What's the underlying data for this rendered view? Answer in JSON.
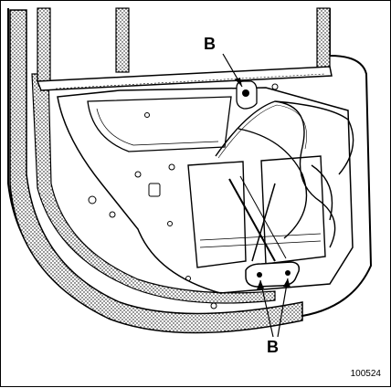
{
  "callouts": {
    "top_label": "B",
    "bottom_label": "B"
  },
  "reference_number": "100524"
}
